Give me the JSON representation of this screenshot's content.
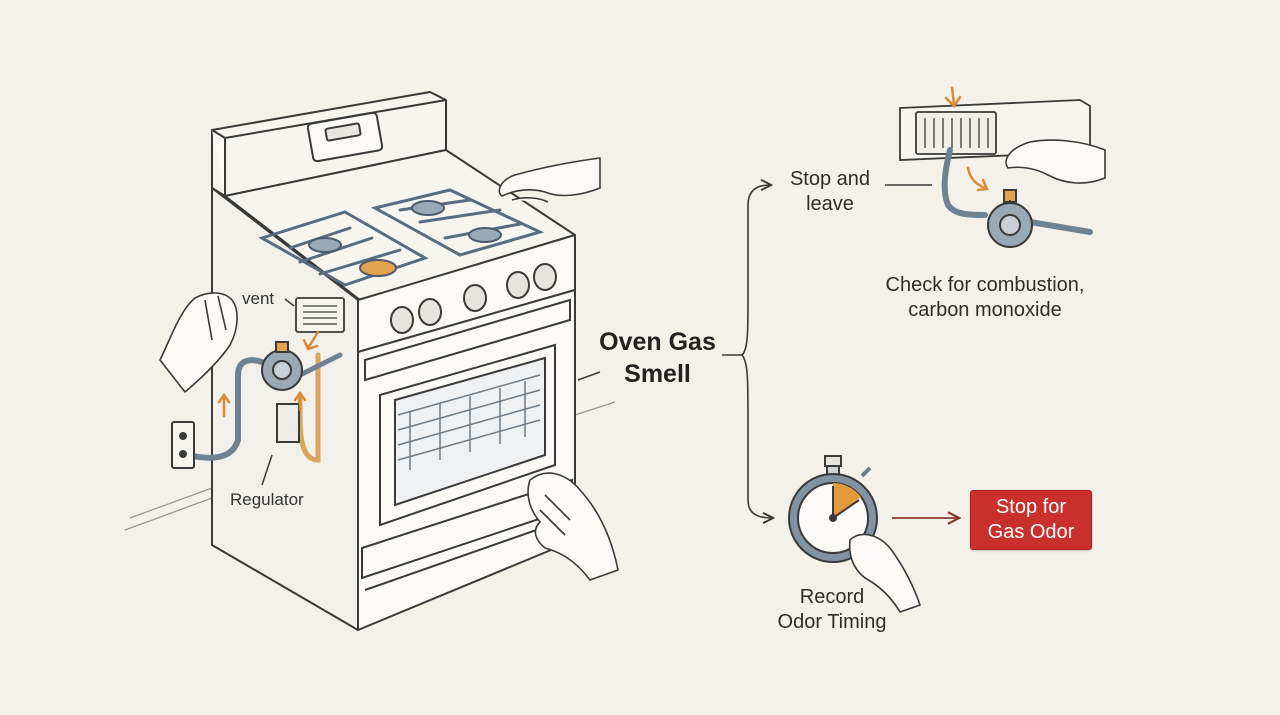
{
  "labels": {
    "vent": "vent",
    "regulator": "Regulator",
    "title_line1": "Oven Gas",
    "title_line2": "Smell",
    "stop_line1": "Stop and",
    "stop_line2": "leave",
    "check_line1": "Check for combustion,",
    "check_line2": "carbon monoxide",
    "record_line1": "Record",
    "record_line2": "Odor Timing",
    "alert_line1": "Stop for",
    "alert_line2": "Gas Odor"
  },
  "colors": {
    "background": "#f4f1ea",
    "ink": "#3a3a3a",
    "metal_blue": "#6f8294",
    "copper": "#d9a55c",
    "alert_red": "#c9302c",
    "timer_orange": "#e39a3c"
  },
  "icons": [
    "stove-icon",
    "gas-regulator-icon",
    "wall-vent-icon",
    "stopwatch-icon",
    "hand-icon",
    "arrow-icon"
  ]
}
